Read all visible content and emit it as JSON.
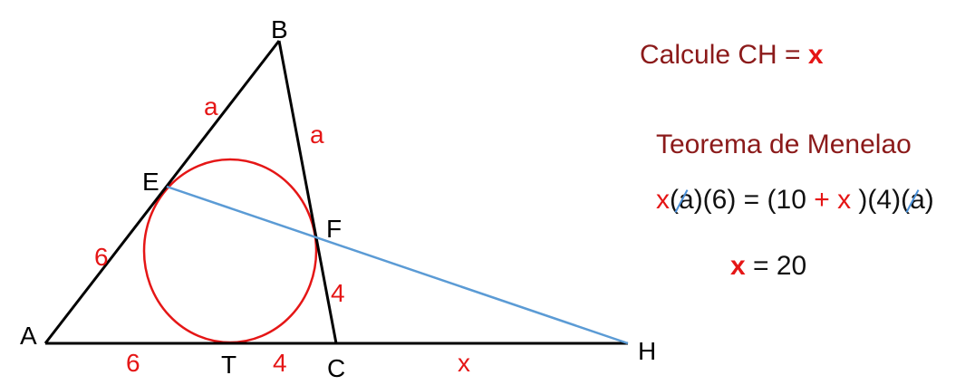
{
  "labels": {
    "A": "A",
    "B": "B",
    "C": "C",
    "E": "E",
    "F": "F",
    "H": "H",
    "T": "T"
  },
  "segments": {
    "BE": "a",
    "BF": "a",
    "AE": "6",
    "FC": "4",
    "AT": "6",
    "TC": "4",
    "CH": "x"
  },
  "panel": {
    "task_prefix": "Calcule CH = ",
    "task_var": "x",
    "theorem": "Teorema de Menelao",
    "eq": {
      "t1": "x",
      "t2": "(",
      "t3": "a",
      "t4": ")(6) = (10 ",
      "t5": "+ x",
      "t6": " )(4)(",
      "t7": "a",
      "t8": ")"
    },
    "result_var": "x",
    "result_rest": " = 20"
  },
  "colors": {
    "triangle": "#000000",
    "circle": "#e51616",
    "transversal": "#5b9bd5",
    "segment_labels": "#e51616",
    "panel_text": "#8b1a1a"
  }
}
